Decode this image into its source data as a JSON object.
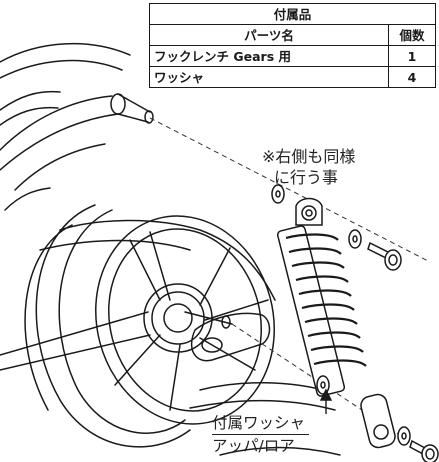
{
  "parts_table": {
    "title": "付属品",
    "col_name": "パーツ名",
    "col_qty": "個数",
    "rows": [
      {
        "name": "フックレンチ Gears 用",
        "qty": "1"
      },
      {
        "name": "ワッシャ",
        "qty": "4"
      }
    ]
  },
  "note": {
    "line1": "※右側も同様",
    "line2": "に行う事"
  },
  "callout": {
    "line1": "付属ワッシャ",
    "line2": "アッパ/ロア"
  },
  "colors": {
    "line": "#1a1a1a",
    "background": "#ffffff"
  }
}
